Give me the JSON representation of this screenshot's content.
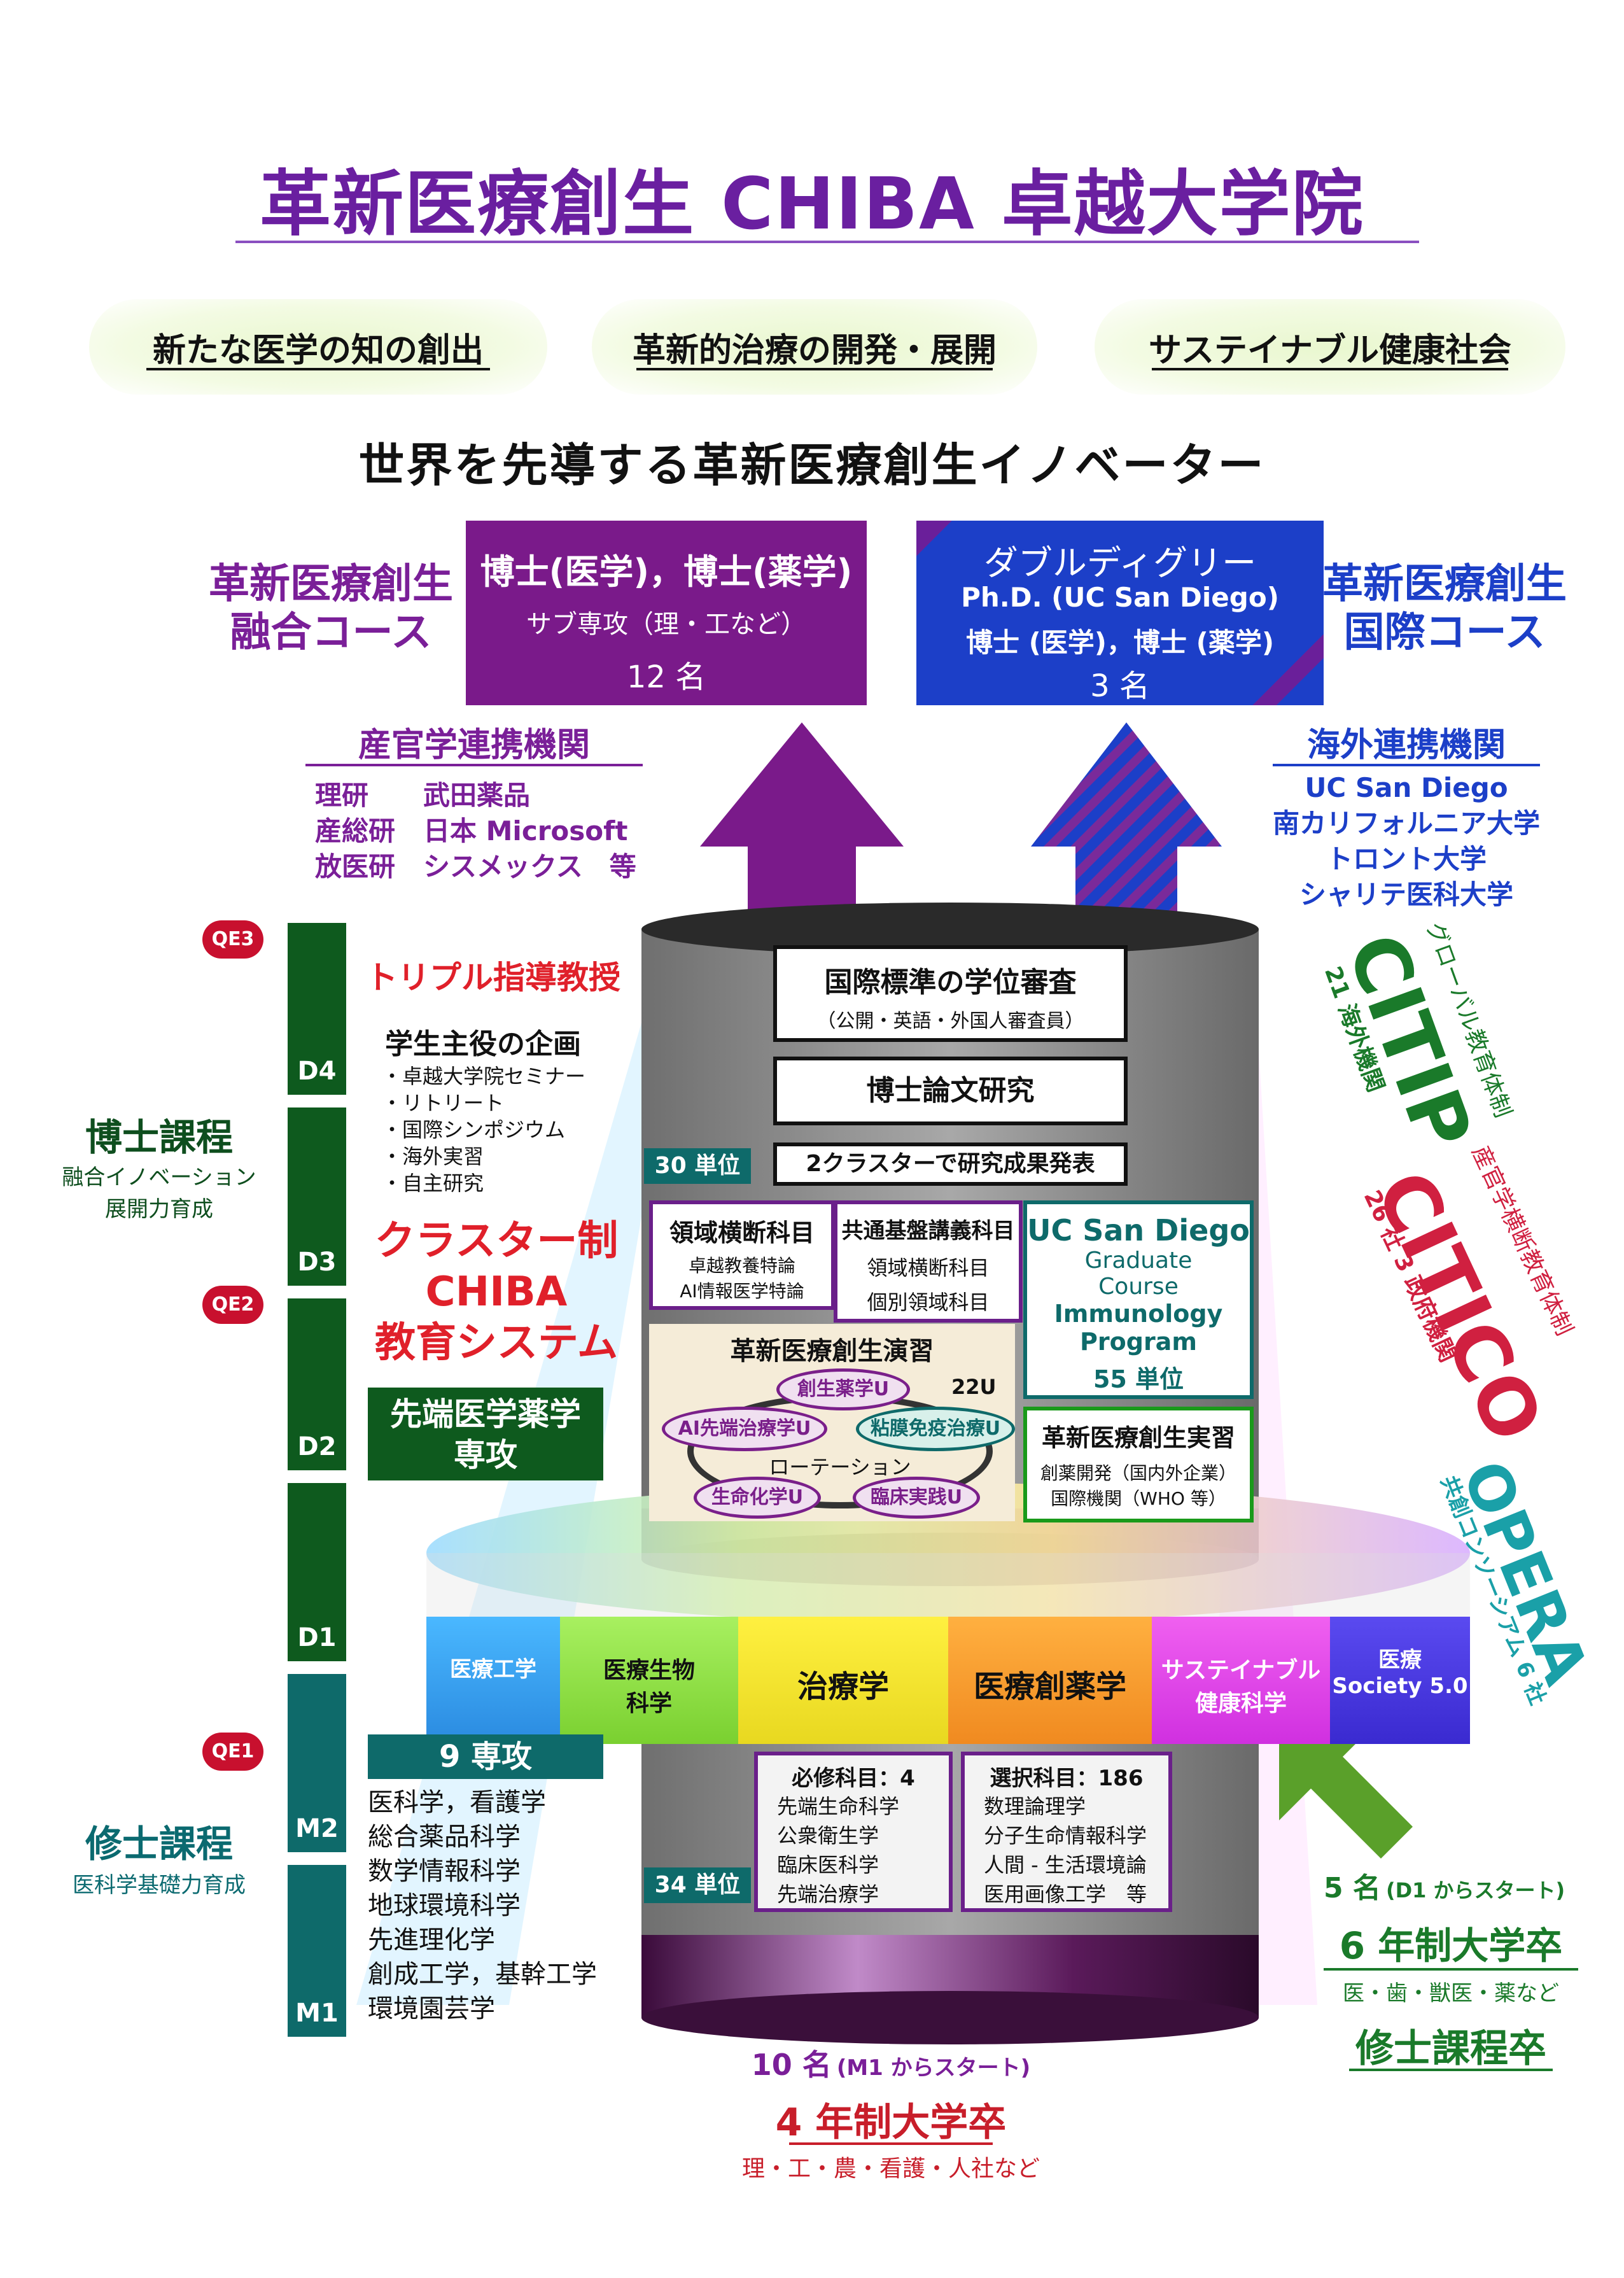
{
  "title": "革新医療創生 CHIBA 卓越大学院",
  "goals": [
    "新たな医学の知の創出",
    "革新的治療の開発・展開",
    "サステイナブル健康社会"
  ],
  "subtitle": "世界を先導する革新医療創生イノベーター",
  "left_course": {
    "line1": "革新医療創生",
    "line2": "融合コース"
  },
  "right_course": {
    "line1": "革新医療創生",
    "line2": "国際コース"
  },
  "degree_box_left": {
    "line1": "博士(医学)，博士(薬学)",
    "line2": "サブ専攻（理・工など）",
    "count": "12 名"
  },
  "degree_box_right": {
    "line1": "ダブルディグリー",
    "line2": "Ph.D. (UC San Diego)",
    "line3": "博士 (医学)，博士 (薬学)",
    "count": "3 名"
  },
  "industry": {
    "title": "産官学連携機関",
    "rows": [
      {
        "a": "理研",
        "b": "武田薬品"
      },
      {
        "a": "産総研",
        "b": "日本 Microsoft"
      },
      {
        "a": "放医研",
        "b": "シスメックス　等"
      }
    ]
  },
  "overseas": {
    "title": "海外連携機関",
    "items": [
      "UC San Diego",
      "南カリフォルニア大学",
      "トロント大学",
      "シャリテ医科大学"
    ]
  },
  "qe": [
    "QE3",
    "QE2",
    "QE1"
  ],
  "steps": [
    "D4",
    "D3",
    "D2",
    "D1",
    "M2",
    "M1"
  ],
  "doctor": {
    "title": "博士課程",
    "sub1": "融合イノベーション",
    "sub2": "展開力育成"
  },
  "master": {
    "title": "修士課程",
    "sub": "医科学基礎力育成"
  },
  "triple": "トリプル指導教授",
  "planning": {
    "title": "学生主役の企画",
    "items": [
      "・卓越大学院セミナー",
      "・リトリート",
      "・国際シンポジウム",
      "・海外実習",
      "・自主研究"
    ]
  },
  "cluster": {
    "line1": "クラスター制",
    "line2": "CHIBA",
    "line3": "教育システム"
  },
  "advanced": {
    "line1": "先端医学薬学",
    "line2": "専攻"
  },
  "majors": {
    "title": "9 専攻",
    "items": [
      "医科学，看護学",
      "総合薬品科学",
      "数学情報科学",
      "地球環境科学",
      "先進理化学",
      "創成工学，基幹工学",
      "環境園芸学"
    ]
  },
  "review": {
    "title": "国際標準の学位審査",
    "sub": "（公開・英語・外国人審査員）"
  },
  "thesis": "博士論文研究",
  "cluster_present": "2クラスターで研究成果発表",
  "units30": "30 単位",
  "units34": "34 単位",
  "domain_course": {
    "title": "領域横断科目",
    "l1": "卓越教養特論",
    "l2": "AI情報医学特論"
  },
  "common_course": {
    "title": "共通基盤講義科目",
    "l1": "領域横断科目",
    "l2": "個別領域科目"
  },
  "ucsd": {
    "title": "UC San Diego",
    "l1": "Graduate",
    "l2": "Course",
    "l3": "Immunology",
    "l4": "Program",
    "units": "55 単位"
  },
  "exercise": {
    "title": "革新医療創生演習",
    "units": "22U",
    "ovals": [
      "創生薬学U",
      "AI先端治療学U",
      "粘膜免疫治療U",
      "生命化学U",
      "臨床実践U"
    ],
    "rotation": "ローテーション"
  },
  "practice": {
    "title": "革新医療創生実習",
    "l1": "創薬開発（国内外企業）",
    "l2": "国際機関（WHO 等）"
  },
  "segments": [
    {
      "line1": "医療工学",
      "line2": "",
      "color": "#3aa8ff"
    },
    {
      "line1": "医療生物",
      "line2": "科学",
      "color": "#8ee63a"
    },
    {
      "line1": "治療学",
      "line2": "",
      "color": "#f0e82a"
    },
    {
      "line1": "医療創薬学",
      "line2": "",
      "color": "#f7a33a"
    },
    {
      "line1": "サステイナブル",
      "line2": "健康科学",
      "color": "#e040e8"
    },
    {
      "line1": "医療",
      "line2": "Society 5.0",
      "color": "#4a3ae8"
    }
  ],
  "required": {
    "title": "必修科目：4",
    "items": [
      "先端生命科学",
      "公衆衛生学",
      "臨床医科学",
      "先端治療学"
    ]
  },
  "elective": {
    "title": "選択科目：186",
    "items": [
      "数理論理学",
      "分子生命情報科学",
      "人間 - 生活環境論",
      "医用画像工学　等"
    ]
  },
  "citip": {
    "name": "CITIP",
    "desc": "グローバル教育体制",
    "sub": "21 海外機関"
  },
  "citico": {
    "name": "CITICO",
    "desc": "産官学横断教育体制",
    "sub": "26 社 3 政府機関"
  },
  "opera": {
    "name": "OPERA",
    "desc": "共創コンソーシアム 6 社"
  },
  "entry_d1": {
    "count": "5 名",
    "note": "(D1 からスタート)",
    "title": "6 年制大学卒",
    "sub": "医・歯・獣医・薬など",
    "title2": "修士課程卒"
  },
  "entry_m1": {
    "count": "10 名",
    "note": "(M1 からスタート)",
    "title": "4 年制大学卒",
    "sub": "理・工・農・看護・人社など"
  }
}
